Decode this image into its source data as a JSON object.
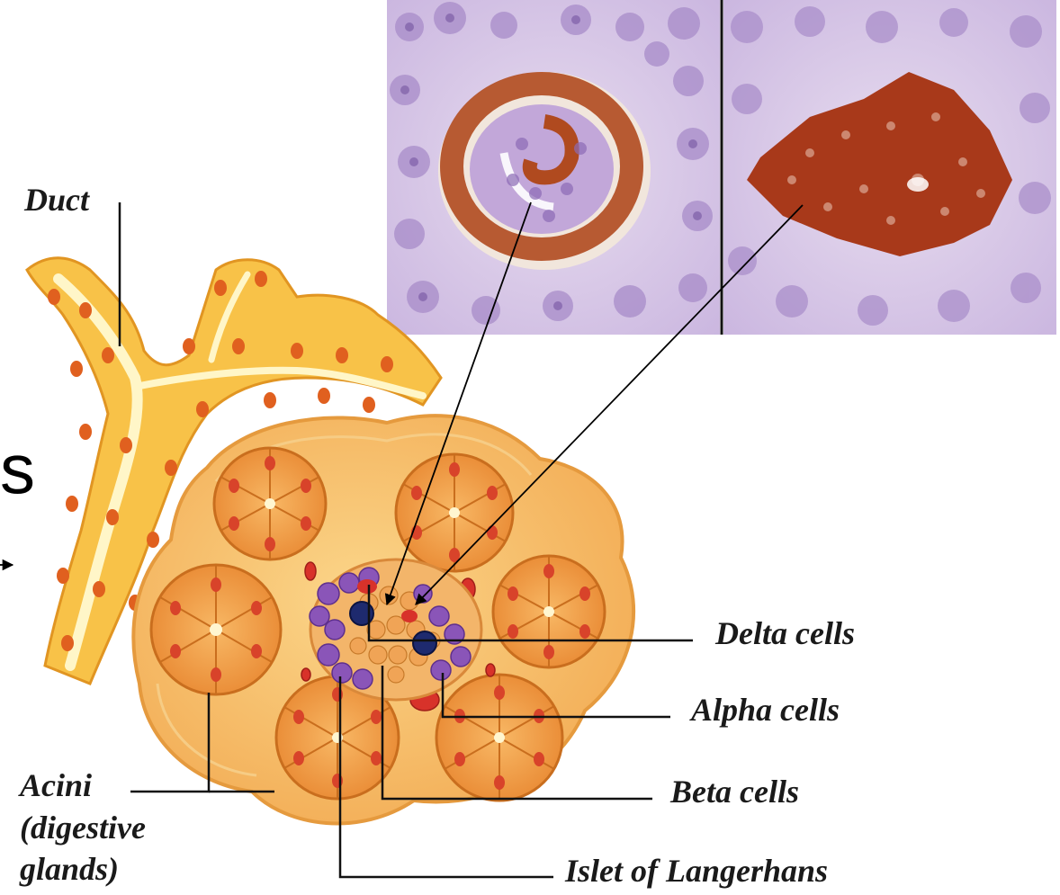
{
  "labels": {
    "duct": "Duct",
    "delta_cells": "Delta cells",
    "alpha_cells": "Alpha cells",
    "beta_cells": "Beta cells",
    "islet": "Islet of Langerhans",
    "acini_line1": "Acini",
    "acini_line2": "(digestive",
    "acini_line3": "glands)"
  },
  "slide_fragment": "s",
  "colors": {
    "background": "#ffffff",
    "duct_yellow": "#f7c534",
    "acinar_orange": "#f0a04a",
    "acinar_nucleus": "#d8432a",
    "alpha_purple": "#8a55b8",
    "delta_navy": "#1e2a6e",
    "stain_brown": "#a3401a",
    "tissue_lilac": "#b9a0d6",
    "leader_line": "#111111"
  },
  "micrographs": [
    {
      "id": "left",
      "stain": "peripheral ring staining"
    },
    {
      "id": "right",
      "stain": "solid core staining"
    }
  ]
}
